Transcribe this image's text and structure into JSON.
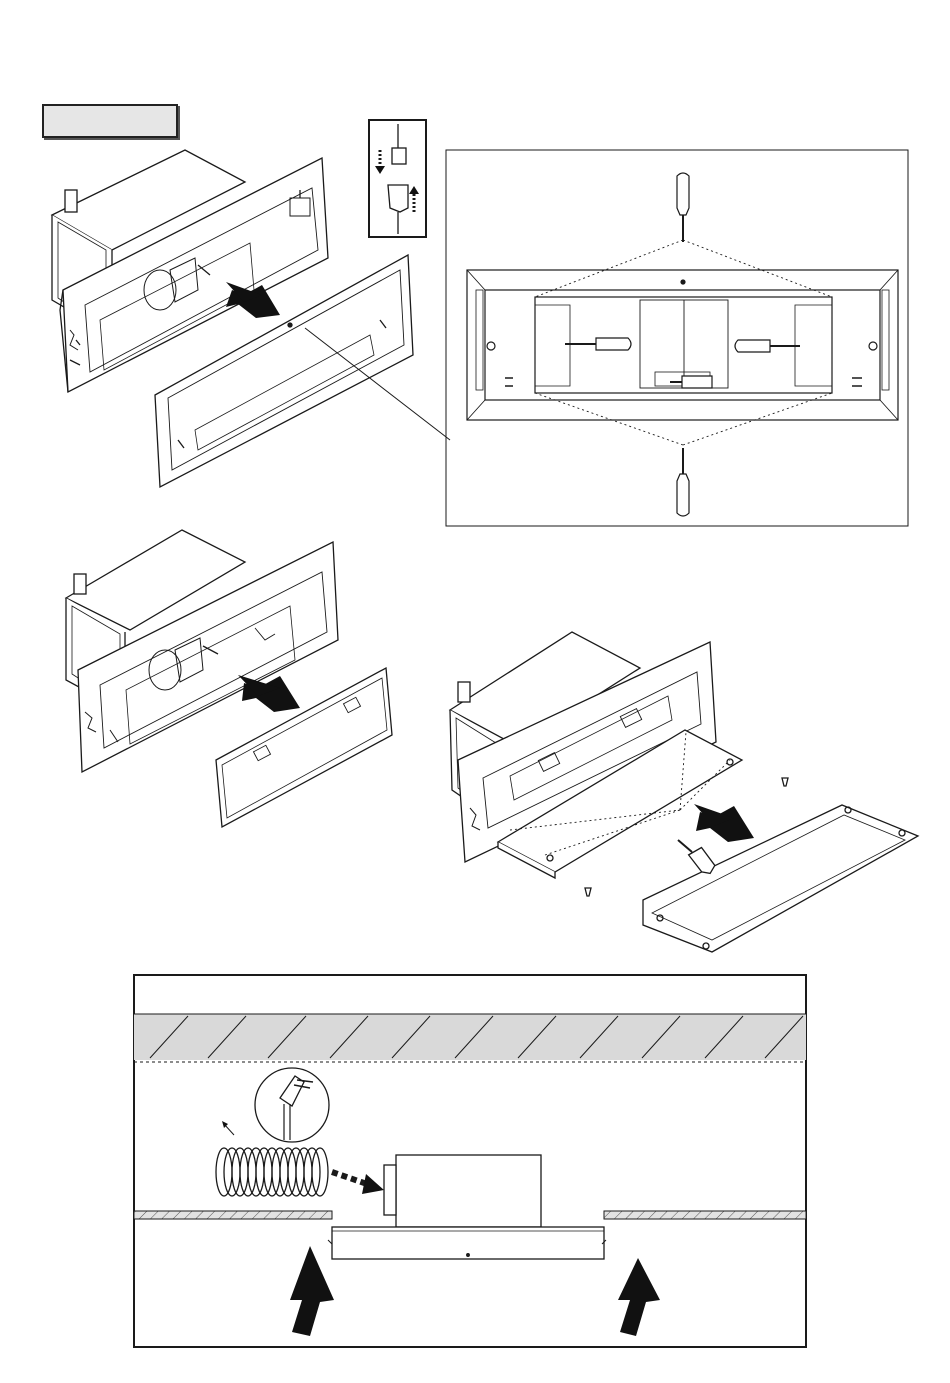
{
  "page": {
    "step_label": "",
    "colors": {
      "line": "#1a1a1a",
      "hatch_fill": "#d9d9d9",
      "arrow": "#111111",
      "label_fill": "#e6e6e6"
    }
  },
  "figures": [
    {
      "name": "unit-front-cover-removal",
      "icons": [
        "hood-unit-icon",
        "front-frame-icon",
        "push-arrow-icon"
      ]
    },
    {
      "name": "connector-inset",
      "icons": [
        "plug-connector-icon",
        "down-arrow-icon",
        "up-arrow-icon"
      ]
    },
    {
      "name": "screw-detail-panel",
      "icons": [
        "screwdriver-icon",
        "fan-housing-icon"
      ]
    },
    {
      "name": "filter-removal",
      "icons": [
        "hood-unit-icon",
        "grease-filter-icon",
        "push-arrow-icon"
      ]
    },
    {
      "name": "bottom-panel-removal",
      "icons": [
        "hood-unit-icon",
        "bottom-panel-icon",
        "screwdriver-icon",
        "screw-icon",
        "push-arrow-icon"
      ]
    },
    {
      "name": "ceiling-installation",
      "icons": [
        "ceiling-slab-icon",
        "duct-hose-icon",
        "power-plug-icon",
        "hood-body-icon",
        "lift-arrow-icon"
      ]
    }
  ]
}
